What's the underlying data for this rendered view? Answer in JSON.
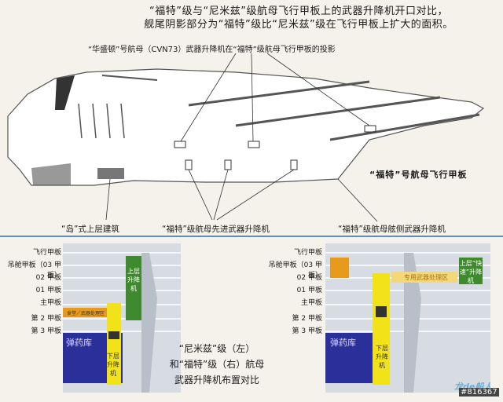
{
  "title_lines": [
    "“福特”级与“尼米兹”级航母飞行甲板上的武器升降机开口对比，",
    "舰尾阴影部分为“福特”级比“尼米兹”级在飞行甲板上扩大的面积。"
  ],
  "projection_note": "“华盛顿”号航母（CVN73）武器升降机在“福特”级航母飞行甲板的投影",
  "ford_deck_label": "“福特”号航母飞行甲板",
  "callouts": {
    "island": "“岛”式上层建筑",
    "advanced_elevators": "“福特”级航母先进武器升降机",
    "side_elevators": "“福特”级航母舷侧武器升降机"
  },
  "left_decks": [
    "飞行甲板",
    "吊舱甲板（03 甲板）",
    "02 甲板",
    "01 甲板",
    "主甲板",
    "第 2 甲板",
    "第 3 甲板"
  ],
  "right_decks": [
    "飞行甲板",
    "吊舱甲板（03 甲板）",
    "02 甲板",
    "01 甲板",
    "主甲板",
    "第 2 甲板",
    "第 3 甲板"
  ],
  "left_zones": {
    "upper_elevator": "上层升降机",
    "lower_elevator": "下层升降机",
    "magazine": "弹药库",
    "processing": "食堂／武器处理区"
  },
  "right_zones": {
    "upper_elevator": "上层“快速”升降机",
    "lower_elevator": "下层升降机",
    "magazine": "弹药库",
    "processing": "专用武器处理区"
  },
  "comparison_lines": [
    "“尼米兹”级（左）",
    "和“福特”级（右）航母",
    "武器升降机布置对比"
  ],
  "watermark": {
    "logo": "龙de船人",
    "id": "#816367"
  },
  "colors": {
    "upper_elevator": "#3f8a2e",
    "lower_elevator": "#f2e21a",
    "magazine": "#2b2f9a",
    "processing": "#e89a1c",
    "hull": "#c9ced6"
  }
}
